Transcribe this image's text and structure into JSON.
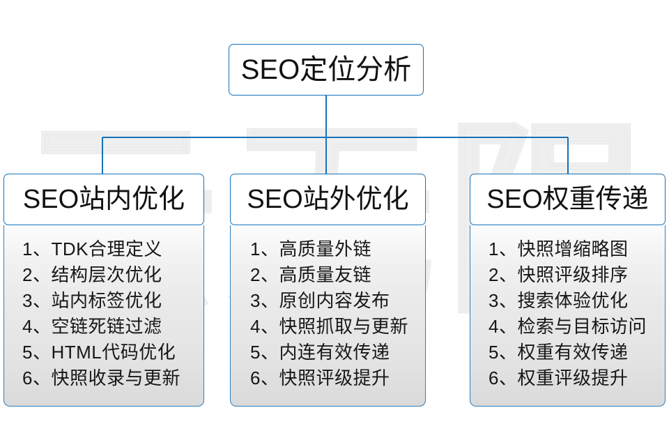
{
  "diagram": {
    "watermark_text": "云无限",
    "accent_color": "#1572b8",
    "body_text_color": "#171717",
    "root": {
      "title": "SEO定位分析"
    },
    "columns": [
      {
        "key": "seo-on-page",
        "title": "SEO站内优化",
        "items": [
          "1、TDK合理定义",
          "2、结构层次优化",
          "3、站内标签优化",
          "4、空链死链过滤",
          "5、HTML代码优化",
          "6、快照收录与更新"
        ]
      },
      {
        "key": "seo-off-page",
        "title": "SEO站外优化",
        "items": [
          "1、高质量外链",
          "2、高质量友链",
          "3、原创内容发布",
          "4、快照抓取与更新",
          "5、内连有效传递",
          "6、快照评级提升"
        ]
      },
      {
        "key": "seo-weight",
        "title": "SEO权重传递",
        "items": [
          "1、快照增缩略图",
          "2、快照评级排序",
          "3、搜索体验优化",
          "4、检索与目标访问",
          "5、权重有效传递",
          "6、权重评级提升"
        ]
      }
    ]
  }
}
